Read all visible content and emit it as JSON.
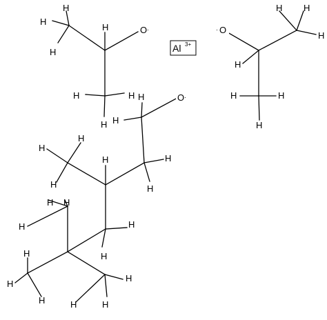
{
  "structure": {
    "element_hydrogen": "H",
    "element_oxygen": "O",
    "radical_marker": "·",
    "metal_label": "Al",
    "metal_charge": "3+"
  }
}
